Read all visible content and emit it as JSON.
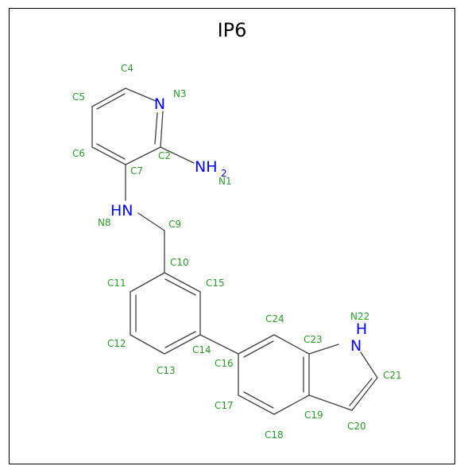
{
  "title": "IP6",
  "colors": {
    "bond": "#404040",
    "atom_id": "#2e9a2e",
    "hetero": "#0000ff"
  },
  "hetero": {
    "n3": "N",
    "nh2": "NH",
    "nh2_sub": "2",
    "hn8": "HN",
    "nh22_h": "H",
    "nh22_n": "N"
  },
  "atoms": {
    "C4": "C4",
    "C5": "C5",
    "N3": "N3",
    "C6": "C6",
    "C7": "C7",
    "C2": "C2",
    "N1": "N1",
    "N8": "N8",
    "C9": "C9",
    "C10": "C10",
    "C11": "C11",
    "C15": "C15",
    "C24": "C24",
    "N22": "N22",
    "C23": "C23",
    "C12": "C12",
    "C14": "C14",
    "C16": "C16",
    "C21": "C21",
    "C13": "C13",
    "C17": "C17",
    "C19": "C19",
    "C20": "C20",
    "C18": "C18"
  }
}
